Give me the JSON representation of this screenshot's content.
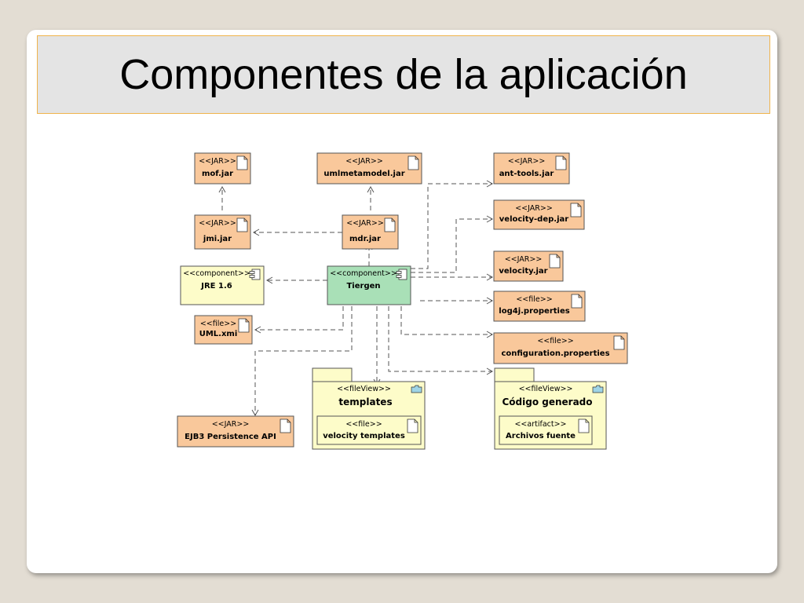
{
  "slide_title": "Componentes de la aplicación",
  "colors": {
    "jar_fill": "#f9c89b",
    "component_fill": "#fdfcc9",
    "main_fill": "#a9e0b7",
    "package_fill": "#fdfcc9",
    "title_border": "#f0b44c"
  },
  "nodes": {
    "mof": {
      "stereotype": "<<JAR>>",
      "name": "mof.jar"
    },
    "umlmeta": {
      "stereotype": "<<JAR>>",
      "name": "umlmetamodel.jar"
    },
    "anttools": {
      "stereotype": "<<JAR>>",
      "name": "ant-tools.jar"
    },
    "jmi": {
      "stereotype": "<<JAR>>",
      "name": "jmi.jar"
    },
    "mdr": {
      "stereotype": "<<JAR>>",
      "name": "mdr.jar"
    },
    "veldep": {
      "stereotype": "<<JAR>>",
      "name": "velocity-dep.jar"
    },
    "jre": {
      "stereotype": "<<component>>",
      "name": "JRE 1.6"
    },
    "tiergen": {
      "stereotype": "<<component>>",
      "name": "Tiergen"
    },
    "velocity": {
      "stereotype": "<<JAR>>",
      "name": "velocity.jar"
    },
    "log4j": {
      "stereotype": "<<file>>",
      "name": "log4j.properties"
    },
    "umlxmi": {
      "stereotype": "<<file>>",
      "name": "UML.xmi"
    },
    "config": {
      "stereotype": "<<file>>",
      "name": "configuration.properties"
    },
    "ejb3": {
      "stereotype": "<<JAR>>",
      "name": "EJB3 Persistence API"
    },
    "templates": {
      "stereotype": "<<fileView>>",
      "name": "templates"
    },
    "veltpl": {
      "stereotype": "<<file>>",
      "name": "velocity templates"
    },
    "codigo": {
      "stereotype": "<<fileView>>",
      "name": "Código generado"
    },
    "archivos": {
      "stereotype": "<<artifact>>",
      "name": "Archivos fuente"
    }
  }
}
